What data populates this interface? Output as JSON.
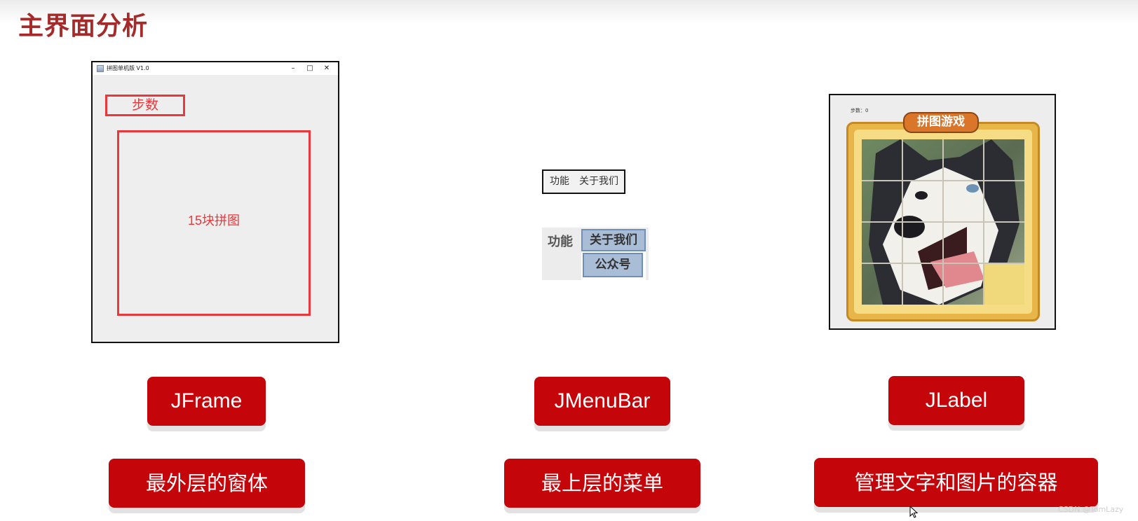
{
  "page": {
    "title": "主界面分析"
  },
  "jframe_demo": {
    "window_title": "拼图单机版 V1.0",
    "buttons": {
      "minimize": "–",
      "maximize": "□",
      "close": "✕"
    },
    "steps_label": "步数",
    "puzzle_label": "15块拼图"
  },
  "jmenubar_demo": {
    "menu_items": [
      "功能",
      "关于我们"
    ],
    "expanded": {
      "menu": "功能",
      "active": "关于我们",
      "submenu_item": "公众号"
    }
  },
  "jlabel_demo": {
    "steps_text": "步数：0",
    "banner_text": "拼图游戏",
    "grid": {
      "rows": 4,
      "cols": 4,
      "empty_cell": {
        "row": 4,
        "col": 4
      }
    }
  },
  "labels": {
    "jframe": "JFrame",
    "jmenubar": "JMenuBar",
    "jlabel": "JLabel",
    "jframe_desc": "最外层的窗体",
    "jmenubar_desc": "最上层的菜单",
    "jlabel_desc": "管理文字和图片的容器"
  },
  "watermark": "CSDN @TomLazy",
  "colors": {
    "title": "#a52a2a",
    "tag_bg": "#c4050a",
    "annotation": "#e8383b",
    "menu_highlight": "#a9bdd6"
  }
}
